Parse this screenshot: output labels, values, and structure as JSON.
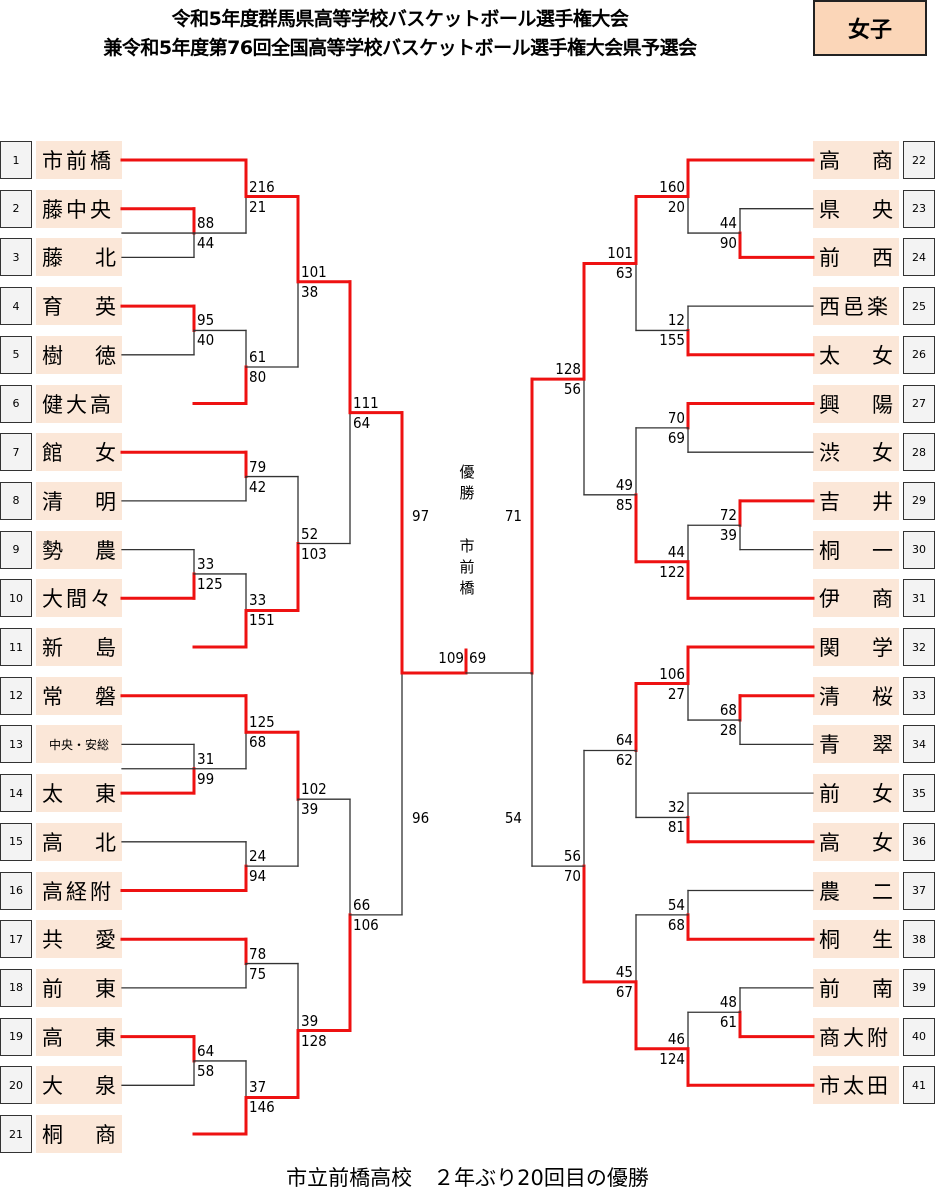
{
  "header": {
    "title_line1": "令和5年度群馬県高等学校バスケットボール選手権大会",
    "title_line2": "兼令和5年度第76回全国高等学校バスケットボール選手権大会県予選会",
    "category": "女子"
  },
  "colors": {
    "winner_line": "#ee1111",
    "loser_line": "#333333",
    "name_bg": "#fbe7d8",
    "category_bg": "#fbd6b8"
  },
  "left_teams": [
    {
      "no": "1",
      "name": "市前橋"
    },
    {
      "no": "2",
      "name": "藤中央"
    },
    {
      "no": "3",
      "name": "藤　北"
    },
    {
      "no": "4",
      "name": "育　英"
    },
    {
      "no": "5",
      "name": "樹　徳"
    },
    {
      "no": "6",
      "name": "健大高"
    },
    {
      "no": "7",
      "name": "館　女"
    },
    {
      "no": "8",
      "name": "清　明"
    },
    {
      "no": "9",
      "name": "勢　農"
    },
    {
      "no": "10",
      "name": "大間々"
    },
    {
      "no": "11",
      "name": "新　島"
    },
    {
      "no": "12",
      "name": "常　磐"
    },
    {
      "no": "13",
      "name": "中央・安総"
    },
    {
      "no": "14",
      "name": "太　東"
    },
    {
      "no": "15",
      "name": "高　北"
    },
    {
      "no": "16",
      "name": "高経附"
    },
    {
      "no": "17",
      "name": "共　愛"
    },
    {
      "no": "18",
      "name": "前　東"
    },
    {
      "no": "19",
      "name": "高　東"
    },
    {
      "no": "20",
      "name": "大　泉"
    },
    {
      "no": "21",
      "name": "桐　商"
    }
  ],
  "right_teams": [
    {
      "no": "22",
      "name": "高　商"
    },
    {
      "no": "23",
      "name": "県　央"
    },
    {
      "no": "24",
      "name": "前　西"
    },
    {
      "no": "25",
      "name": "西邑楽"
    },
    {
      "no": "26",
      "name": "太　女"
    },
    {
      "no": "27",
      "name": "興　陽"
    },
    {
      "no": "28",
      "name": "渋　女"
    },
    {
      "no": "29",
      "name": "吉　井"
    },
    {
      "no": "30",
      "name": "桐　一"
    },
    {
      "no": "31",
      "name": "伊　商"
    },
    {
      "no": "32",
      "name": "関　学"
    },
    {
      "no": "33",
      "name": "清　桜"
    },
    {
      "no": "34",
      "name": "青　翠"
    },
    {
      "no": "35",
      "name": "前　女"
    },
    {
      "no": "36",
      "name": "高　女"
    },
    {
      "no": "37",
      "name": "農　二"
    },
    {
      "no": "38",
      "name": "桐　生"
    },
    {
      "no": "39",
      "name": "前　南"
    },
    {
      "no": "40",
      "name": "商大附"
    },
    {
      "no": "41",
      "name": "市太田"
    }
  ],
  "scores": {
    "l_2_3": [
      "88",
      "44"
    ],
    "l_1_23": [
      "216",
      "21"
    ],
    "l_4_5": [
      "95",
      "40"
    ],
    "l_45_6": [
      "61",
      "80"
    ],
    "l_r3a": [
      "101",
      "38"
    ],
    "l_7_8": [
      "79",
      "42"
    ],
    "l_9_10": [
      "33",
      "125"
    ],
    "l_910_11": [
      "33",
      "151"
    ],
    "l_r3b": [
      "52",
      "103"
    ],
    "l_semi_a": [
      "111",
      "64"
    ],
    "l_13_14": [
      "31",
      "99"
    ],
    "l_12_1314": [
      "125",
      "68"
    ],
    "l_15_16": [
      "24",
      "94"
    ],
    "l_r3c": [
      "102",
      "39"
    ],
    "l_17_18": [
      "78",
      "75"
    ],
    "l_19_20": [
      "64",
      "58"
    ],
    "l_1920_21": [
      "37",
      "146"
    ],
    "l_r3d": [
      "39",
      "128"
    ],
    "l_semi_b": [
      "66",
      "106"
    ],
    "l_final_semi": [
      "97",
      "96"
    ],
    "r_23_24": [
      "44",
      "90"
    ],
    "r_22_2324": [
      "160",
      "20"
    ],
    "r_25_26": [
      "12",
      "155"
    ],
    "r_r3a": [
      "101",
      "63"
    ],
    "r_27_28": [
      "70",
      "69"
    ],
    "r_29_30": [
      "72",
      "39"
    ],
    "r_2930_31": [
      "44",
      "122"
    ],
    "r_r3b": [
      "49",
      "85"
    ],
    "r_semi_a": [
      "128",
      "56"
    ],
    "r_33_34": [
      "68",
      "28"
    ],
    "r_32_3334": [
      "106",
      "27"
    ],
    "r_35_36": [
      "32",
      "81"
    ],
    "r_r3c": [
      "64",
      "62"
    ],
    "r_37_38": [
      "54",
      "68"
    ],
    "r_39_40": [
      "48",
      "61"
    ],
    "r_3940_41": [
      "46",
      "124"
    ],
    "r_r3d": [
      "45",
      "67"
    ],
    "r_semi_b": [
      "56",
      "70"
    ],
    "r_final_semi": [
      "71",
      "54"
    ],
    "final": [
      "109",
      "69"
    ]
  },
  "champion": {
    "label": "優勝",
    "team": "市前橋"
  },
  "footer": "市立前橋高校　２年ぶり20回目の優勝"
}
